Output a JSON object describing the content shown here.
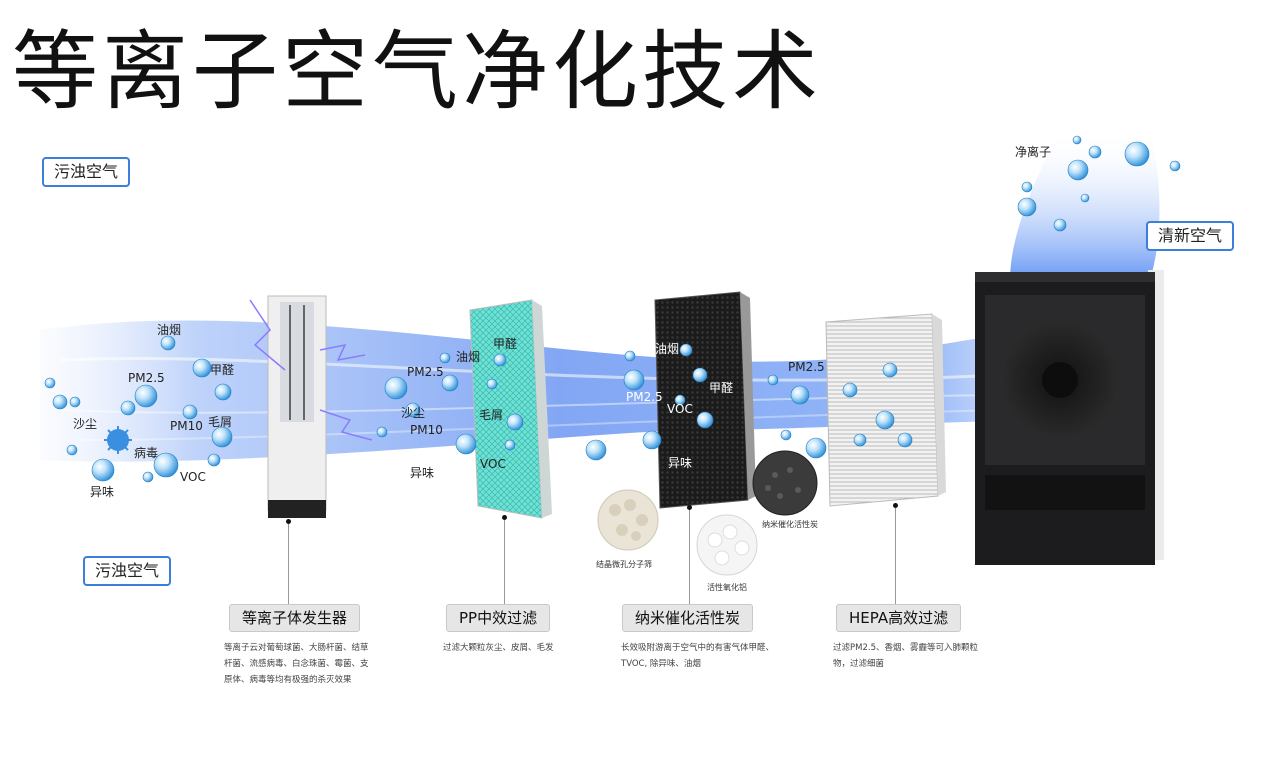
{
  "title": "等离子空气净化技术",
  "left_tags": [
    "污浊空气",
    "污浊空气"
  ],
  "right_tag": "清新空气",
  "ion_label": "净离子",
  "pollutants_left": [
    "油烟",
    "甲醛",
    "PM2.5",
    "沙尘",
    "PM10",
    "毛屑",
    "病毒",
    "VOC",
    "异味"
  ],
  "pollutants_stage2": [
    "PM2.5",
    "油烟",
    "沙尘",
    "PM10",
    "异味"
  ],
  "pp_filter_labels": [
    "甲醛",
    "毛屑",
    "VOC"
  ],
  "carbon_labels": [
    "油烟",
    "甲醛",
    "PM2.5",
    "VOC",
    "异味"
  ],
  "hepa_label": "PM2.5",
  "material_labels": [
    "结晶微孔分子筛",
    "活性氧化铝",
    "纳米催化活性炭"
  ],
  "stages": [
    {
      "title": "等离子体发生器",
      "desc": "等离子云对葡萄球菌、大肠杆菌、结草杆菌、流感病毒、白念珠菌、霉菌、支原体、病毒等均有极强的杀灭效果"
    },
    {
      "title": "PP中效过滤",
      "desc": "过滤大颗粒灰尘、皮屑、毛发"
    },
    {
      "title": "纳米催化活性炭",
      "desc": "长效吸附游离于空气中的有害气体甲醛、TVOC, 除异味、油烟"
    },
    {
      "title": "HEPA高效过滤",
      "desc": "过滤PM2.5、香烟、雾霾等可入肺颗粒物，过滤细菌"
    }
  ],
  "colors": {
    "tag_border": "#3b7fd6",
    "flow": "#2f6ff0",
    "pp_filter": "#4fd3c8",
    "carbon": "#1a1a1a",
    "purifier": "#1c1c1e"
  }
}
